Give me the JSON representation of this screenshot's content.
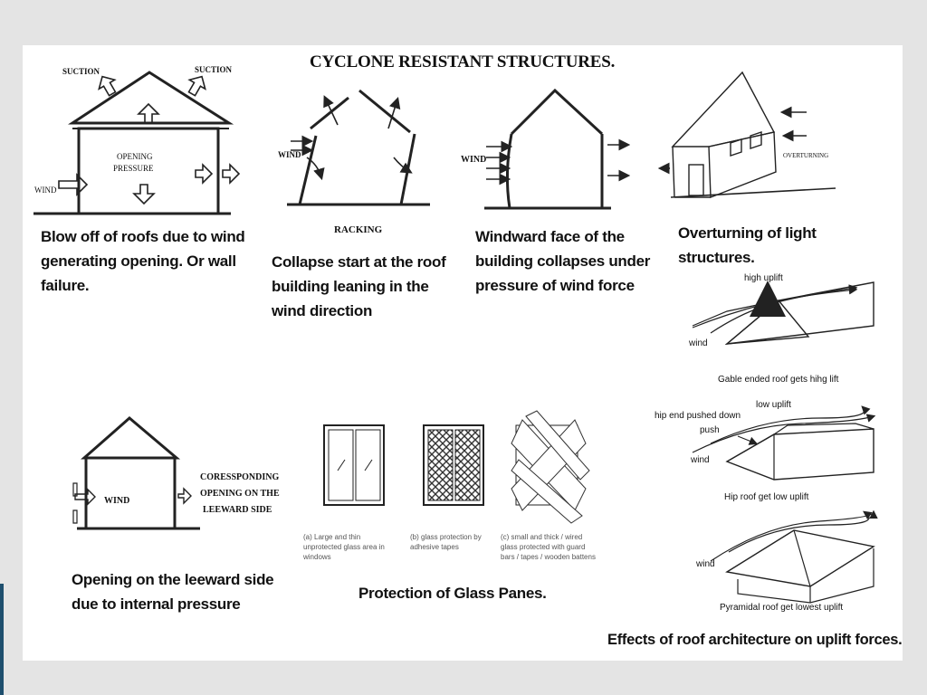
{
  "title": "CYCLONE RESISTANT STRUCTURES.",
  "diagram1": {
    "suction_left": "SUCTION",
    "suction_right": "SUCTION",
    "opening_pressure_1": "OPENING",
    "opening_pressure_2": "PRESSURE",
    "wind": "WIND",
    "caption": "Blow off of roofs due to wind generating opening. Or wall failure."
  },
  "diagram2": {
    "wind": "WIND",
    "racking": "RACKING",
    "caption": "Collapse start at the roof building leaning in the wind direction"
  },
  "diagram3": {
    "wind": "WIND",
    "caption": "Windward face of the building collapses under pressure of wind force"
  },
  "diagram4": {
    "overturning": "OVERTURNING",
    "caption": "Overturning of light structures."
  },
  "diagram5": {
    "wind": "WIND",
    "corresponding_1": "CORESSPONDING",
    "corresponding_2": "OPENING ON THE",
    "corresponding_3": "LEEWARD SIDE",
    "caption": "Opening on the leeward side due to internal pressure"
  },
  "glass": {
    "label_a": "(a) Large and thin unprotected glass area in windows",
    "label_b": "(b) glass protection by adhesive tapes",
    "label_c": "(c) small and thick / wired glass protected with guard bars / tapes / wooden battens",
    "caption": "Protection of Glass Panes."
  },
  "roofs": {
    "high_uplift": "high uplift",
    "wind_1": "wind",
    "gable_caption": "Gable ended roof gets hihg lift",
    "low_uplift": "low uplift",
    "hip_pushed": "hip end pushed down",
    "push": "push",
    "wind_2": "wind",
    "hip_caption": "Hip roof get low uplift",
    "wind_3": "wind",
    "pyramid_caption": "Pyramidal roof get lowest uplift",
    "caption": "Effects of roof architecture on uplift forces."
  }
}
